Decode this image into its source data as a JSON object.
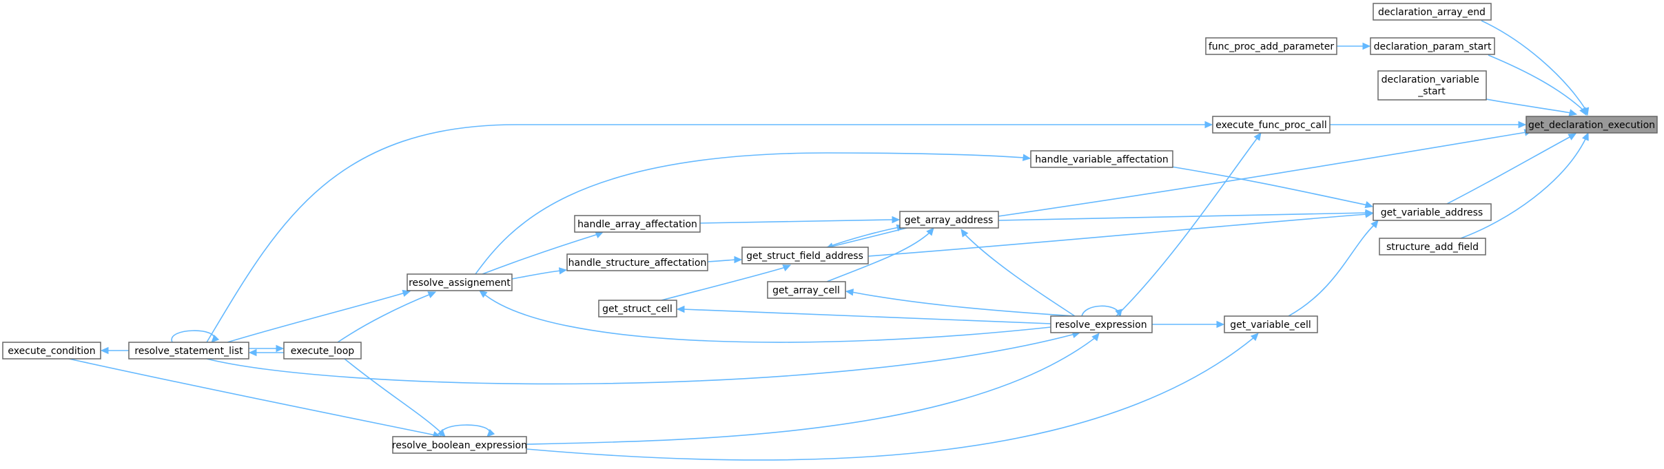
{
  "graph": {
    "colors": {
      "edge": "#63b8ff",
      "node_border": "#666666",
      "focus_fill": "#999999",
      "background": "#ffffff"
    },
    "nodes": {
      "get_declaration_execution": {
        "label": "get_declaration_execution",
        "focus": true
      },
      "declaration_array_end": {
        "label": "declaration_array_end"
      },
      "declaration_param_start": {
        "label": "declaration_param_start"
      },
      "func_proc_add_parameter": {
        "label": "func_proc_add_parameter"
      },
      "declaration_variable_start": {
        "label": "declaration_variable\n_start"
      },
      "execute_func_proc_call": {
        "label": "execute_func_proc_call"
      },
      "handle_variable_affectation": {
        "label": "handle_variable_affectation"
      },
      "get_variable_address": {
        "label": "get_variable_address"
      },
      "structure_add_field": {
        "label": "structure_add_field"
      },
      "get_array_address": {
        "label": "get_array_address"
      },
      "handle_array_affectation": {
        "label": "handle_array_affectation"
      },
      "get_struct_field_address": {
        "label": "get_struct_field_address"
      },
      "handle_structure_affectation": {
        "label": "handle_structure_affectation"
      },
      "resolve_assignement": {
        "label": "resolve_assignement"
      },
      "get_array_cell": {
        "label": "get_array_cell"
      },
      "get_struct_cell": {
        "label": "get_struct_cell"
      },
      "resolve_expression": {
        "label": "resolve_expression"
      },
      "get_variable_cell": {
        "label": "get_variable_cell"
      },
      "execute_condition": {
        "label": "execute_condition"
      },
      "resolve_statement_list": {
        "label": "resolve_statement_list"
      },
      "execute_loop": {
        "label": "execute_loop"
      },
      "resolve_boolean_expression": {
        "label": "resolve_boolean_expression"
      }
    },
    "edges": [
      {
        "from": "declaration_array_end",
        "to": "get_declaration_execution"
      },
      {
        "from": "declaration_param_start",
        "to": "get_declaration_execution"
      },
      {
        "from": "func_proc_add_parameter",
        "to": "declaration_param_start"
      },
      {
        "from": "declaration_variable_start",
        "to": "get_declaration_execution"
      },
      {
        "from": "execute_func_proc_call",
        "to": "get_declaration_execution"
      },
      {
        "from": "get_array_address",
        "to": "get_declaration_execution"
      },
      {
        "from": "get_variable_address",
        "to": "get_declaration_execution"
      },
      {
        "from": "structure_add_field",
        "to": "get_declaration_execution"
      },
      {
        "from": "resolve_statement_list",
        "to": "execute_func_proc_call"
      },
      {
        "from": "resolve_expression",
        "to": "execute_func_proc_call"
      },
      {
        "from": "handle_variable_affectation",
        "to": "get_variable_address"
      },
      {
        "from": "get_array_address",
        "to": "get_variable_address"
      },
      {
        "from": "get_struct_field_address",
        "to": "get_variable_address"
      },
      {
        "from": "get_variable_cell",
        "to": "get_variable_address"
      },
      {
        "from": "resolve_assignement",
        "to": "handle_variable_affectation"
      },
      {
        "from": "handle_array_affectation",
        "to": "get_array_address"
      },
      {
        "from": "get_struct_field_address",
        "to": "get_array_address"
      },
      {
        "from": "get_array_address",
        "to": "get_struct_field_address"
      },
      {
        "from": "get_array_cell",
        "to": "get_array_address"
      },
      {
        "from": "resolve_expression",
        "to": "get_array_address"
      },
      {
        "from": "resolve_assignement",
        "to": "handle_array_affectation"
      },
      {
        "from": "handle_structure_affectation",
        "to": "get_struct_field_address"
      },
      {
        "from": "get_struct_cell",
        "to": "get_struct_field_address"
      },
      {
        "from": "resolve_assignement",
        "to": "handle_structure_affectation"
      },
      {
        "from": "resolve_statement_list",
        "to": "resolve_assignement"
      },
      {
        "from": "execute_loop",
        "to": "resolve_assignement"
      },
      {
        "from": "resolve_expression",
        "to": "resolve_assignement"
      },
      {
        "from": "resolve_expression",
        "to": "get_array_cell"
      },
      {
        "from": "resolve_expression",
        "to": "get_struct_cell"
      },
      {
        "from": "resolve_expression",
        "to": "resolve_expression"
      },
      {
        "from": "resolve_expression",
        "to": "get_variable_cell"
      },
      {
        "from": "resolve_statement_list",
        "to": "resolve_expression"
      },
      {
        "from": "resolve_boolean_expression",
        "to": "resolve_expression"
      },
      {
        "from": "resolve_boolean_expression",
        "to": "get_variable_cell"
      },
      {
        "from": "resolve_statement_list",
        "to": "execute_condition"
      },
      {
        "from": "resolve_statement_list",
        "to": "resolve_statement_list"
      },
      {
        "from": "execute_loop",
        "to": "resolve_statement_list"
      },
      {
        "from": "resolve_statement_list",
        "to": "execute_loop"
      },
      {
        "from": "execute_condition",
        "to": "resolve_boolean_expression"
      },
      {
        "from": "execute_loop",
        "to": "resolve_boolean_expression"
      },
      {
        "from": "resolve_boolean_expression",
        "to": "resolve_boolean_expression"
      }
    ]
  }
}
